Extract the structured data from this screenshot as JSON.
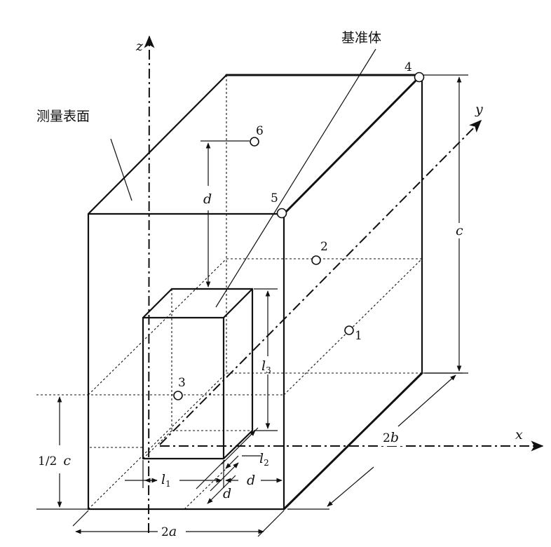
{
  "labels": {
    "reference_body": "基准体",
    "measurement_surface": "测量表面"
  },
  "axes": {
    "x": "x",
    "y": "y",
    "z": "z"
  },
  "points": {
    "p1": "1",
    "p2": "2",
    "p3": "3",
    "p4": "4",
    "p5": "5",
    "p6": "6"
  },
  "dimensions": {
    "c_right": "c",
    "half_c_prefix": "1/2",
    "half_c_var": "c",
    "d_vertical": "d",
    "l3_var": "l",
    "l3_sub": "3",
    "l1_var": "l",
    "l1_sub": "1",
    "l2_var": "l",
    "l2_sub": "2",
    "d_horizontal": "d",
    "d_diag": "d",
    "two_a_num": "2",
    "two_a_var": "a",
    "two_b_num": "2",
    "two_b_var": "b"
  }
}
